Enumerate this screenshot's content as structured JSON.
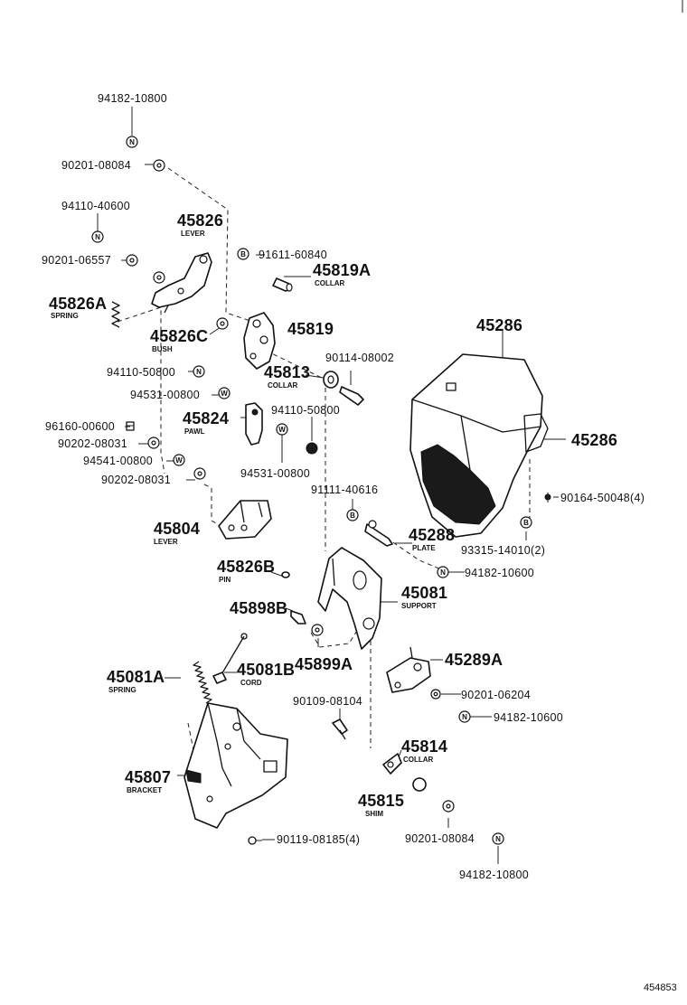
{
  "labels": {
    "p94182_10800_top": "94182-10800",
    "p90201_08084_top": "90201-08084",
    "p94110_40600": "94110-40600",
    "p90201_06557": "90201-06557",
    "p45826": "45826",
    "p45826_sub": "LEVER",
    "p91611_60840": "91611-60840",
    "p45819A": "45819A",
    "p45819A_sub": "COLLAR",
    "p45826A": "45826A",
    "p45826A_sub": "SPRING",
    "p45819": "45819",
    "p45826C": "45826C",
    "p45826C_sub": "BUSH",
    "p45286_top": "45286",
    "p94110_50800_left": "94110-50800",
    "p45813": "45813",
    "p45813_sub": "COLLAR",
    "p90114_08002": "90114-08002",
    "p94531_00800_left": "94531-00800",
    "p45824": "45824",
    "p45824_sub": "PAWL",
    "p94110_50800_mid": "94110-50800",
    "p96160_00600": "96160-00600",
    "p90202_08031_a": "90202-08031",
    "p45286_right": "45286",
    "p94541_00800": "94541-00800",
    "p94531_00800_mid": "94531-00800",
    "p90202_08031_b": "90202-08031",
    "p91111_40616": "91111-40616",
    "p90164_50048": "90164-50048(4)",
    "p45804": "45804",
    "p45804_sub": "LEVER",
    "p45288": "45288",
    "p45288_sub": "PLATE",
    "p93315_14010": "93315-14010(2)",
    "p45826B": "45826B",
    "p45826B_sub": "PIN",
    "p94182_10600_a": "94182-10600",
    "p45081": "45081",
    "p45081_sub": "SUPPORT",
    "p45898B": "45898B",
    "p45289A": "45289A",
    "p45899A": "45899A",
    "p45081A": "45081A",
    "p45081A_sub": "SPRING",
    "p45081B": "45081B",
    "p45081B_sub": "CORD",
    "p90201_06204": "90201-06204",
    "p90109_08104": "90109-08104",
    "p94182_10600_b": "94182-10600",
    "p45814": "45814",
    "p45814_sub": "COLLAR",
    "p45807": "45807",
    "p45807_sub": "BRACKET",
    "p45815": "45815",
    "p45815_sub": "SHIM",
    "p90201_08084_bot": "90201-08084",
    "p90119_08185": "90119-08185(4)",
    "p94182_10800_bot": "94182-10800",
    "footer_code": "454853"
  },
  "symbols": {
    "nut": "N",
    "washer": "W",
    "bolt": "B"
  }
}
